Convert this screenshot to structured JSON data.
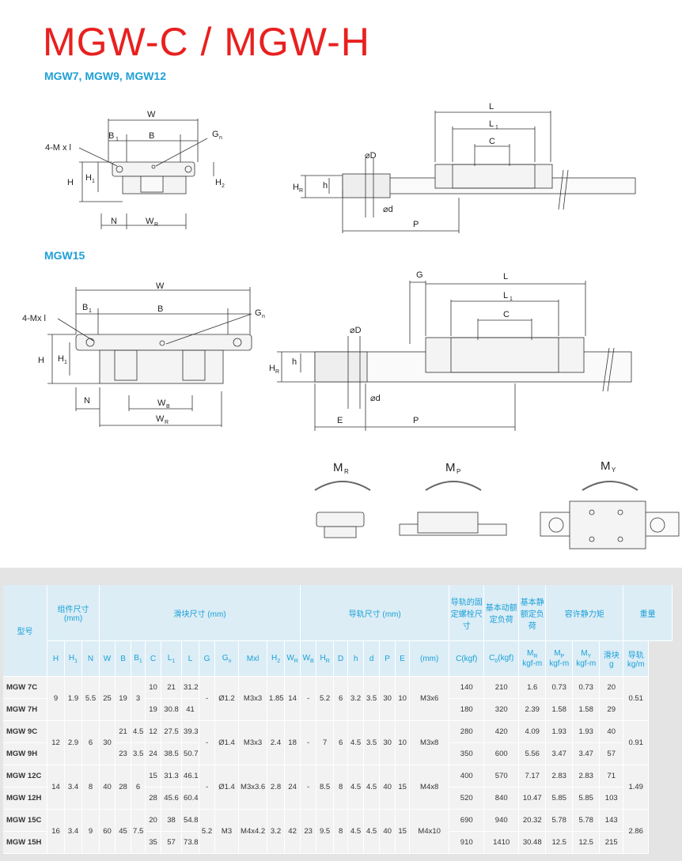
{
  "header": {
    "title": "MGW-C / MGW-H",
    "sub1": "MGW7, MGW9, MGW12",
    "sub2": "MGW15"
  },
  "diagram1": {
    "W": "W",
    "B1": "B",
    "B1s": "1",
    "B": "B",
    "Gn": "G",
    "Gns": "n",
    "Mxl": "4-M x l",
    "H": "H",
    "H1": "H",
    "H1s": "1",
    "H2": "H",
    "H2s": "2",
    "N": "N",
    "WR": "W",
    "WRs": "R",
    "L": "L",
    "L1": "L",
    "L1s": "1",
    "C": "C",
    "D": "⌀D",
    "HR": "H",
    "HRs": "R",
    "h": "h",
    "d": "⌀d",
    "P": "P"
  },
  "diagram2": {
    "W": "W",
    "B1": "B",
    "B1s": "1",
    "B": "B",
    "Gn": "G",
    "Gns": "n",
    "Mxl": "4-Mx l",
    "H": "H",
    "H1": "H",
    "H1s": "1",
    "N": "N",
    "WB": "W",
    "WBs": "B",
    "WR": "W",
    "WRs": "R",
    "G": "G",
    "L": "L",
    "L1": "L",
    "L1s": "1",
    "C": "C",
    "D": "⌀D",
    "HR": "H",
    "HRs": "R",
    "h": "h",
    "d": "⌀d",
    "E": "E",
    "P": "P"
  },
  "moments": {
    "MR": "M",
    "MRs": "R",
    "MP": "M",
    "MPs": "P",
    "MY": "M",
    "MYs": "Y"
  },
  "table": {
    "groups": {
      "model": "型号",
      "assembly": "组件尺寸 (mm)",
      "block": "滑块尺寸 (mm)",
      "rail": "导轨尺寸 (mm)",
      "bolt": "导轨的固定螺栓尺寸",
      "dyn": "基本动额定负荷",
      "stat": "基本静额定负荷",
      "moment": "容许静力矩",
      "weight": "重量",
      "w_block": "滑块",
      "w_rail": "导轨"
    },
    "cols": [
      "H",
      "H",
      "N",
      "W",
      "B",
      "B",
      "C",
      "L",
      "L",
      "G",
      "G",
      "Mxl",
      "H",
      "W",
      "W",
      "H",
      "D",
      "h",
      "d",
      "P",
      "E",
      "(mm)",
      "C(kgf)",
      "C",
      "M",
      "M",
      "M",
      "g",
      "kg/m"
    ],
    "colsubs": [
      "",
      "1",
      "",
      "",
      "",
      "1",
      "",
      "1",
      "",
      "",
      "n",
      "",
      "2",
      "R",
      "B",
      "R",
      "",
      "",
      "",
      "",
      "",
      "",
      "",
      "0",
      "R",
      "P",
      "Y",
      "",
      ""
    ],
    "col_extra": {
      "c0": "(kgf)",
      "moment_unit": "kgf-m"
    },
    "rows": [
      {
        "model": "MGW 7C",
        "C": "10",
        "L1": "21",
        "L": "31.2",
        "dyn": "140",
        "stat": "210",
        "MR": "1.6",
        "MP": "0.73",
        "MY": "0.73",
        "g": "20"
      },
      {
        "model": "MGW 7H",
        "C": "19",
        "L1": "30.8",
        "L": "41",
        "dyn": "180",
        "stat": "320",
        "MR": "2.39",
        "MP": "1.58",
        "MY": "1.58",
        "g": "29"
      },
      {
        "model": "MGW 9C",
        "B1": "4.5",
        "B": "21",
        "C": "12",
        "L1": "27.5",
        "L": "39.3",
        "dyn": "280",
        "stat": "420",
        "MR": "4.09",
        "MP": "1.93",
        "MY": "1.93",
        "g": "40"
      },
      {
        "model": "MGW 9H",
        "B1": "3.5",
        "B": "23",
        "C": "24",
        "L1": "38.5",
        "L": "50.7",
        "dyn": "350",
        "stat": "600",
        "MR": "5.56",
        "MP": "3.47",
        "MY": "3.47",
        "g": "57"
      },
      {
        "model": "MGW 12C",
        "C": "15",
        "L1": "31.3",
        "L": "46.1",
        "dyn": "400",
        "stat": "570",
        "MR": "7.17",
        "MP": "2.83",
        "MY": "2.83",
        "g": "71"
      },
      {
        "model": "MGW 12H",
        "C": "28",
        "L1": "45.6",
        "L": "60.4",
        "dyn": "520",
        "stat": "840",
        "MR": "10.47",
        "MP": "5.85",
        "MY": "5.85",
        "g": "103"
      },
      {
        "model": "MGW 15C",
        "C": "20",
        "L1": "38",
        "L": "54.8",
        "dyn": "690",
        "stat": "940",
        "MR": "20.32",
        "MP": "5.78",
        "MY": "5.78",
        "g": "143"
      },
      {
        "model": "MGW 15H",
        "C": "35",
        "L1": "57",
        "L": "73.8",
        "dyn": "910",
        "stat": "1410",
        "MR": "30.48",
        "MP": "12.5",
        "MY": "12.5",
        "g": "215"
      }
    ],
    "shared": [
      {
        "H": "9",
        "H1": "1.9",
        "N": "5.5",
        "W": "25",
        "B": "19",
        "B1": "3",
        "G": "-",
        "Gn": "Ø1.2",
        "Mxl": "M3x3",
        "H2": "1.85",
        "WR": "14",
        "WB": "-",
        "HR": "5.2",
        "D": "6",
        "h": "3.2",
        "d": "3.5",
        "P": "30",
        "E": "10",
        "bolt": "M3x6",
        "rail_kg": "0.51"
      },
      {
        "H": "12",
        "H1": "2.9",
        "N": "6",
        "W": "30",
        "G": "-",
        "Gn": "Ø1.4",
        "Mxl": "M3x3",
        "H2": "2.4",
        "WR": "18",
        "WB": "-",
        "HR": "7",
        "D": "6",
        "h": "4.5",
        "d": "3.5",
        "P": "30",
        "E": "10",
        "bolt": "M3x8",
        "rail_kg": "0.91"
      },
      {
        "H": "14",
        "H1": "3.4",
        "N": "8",
        "W": "40",
        "B": "28",
        "B1": "6",
        "G": "-",
        "Gn": "Ø1.4",
        "Mxl": "M3x3.6",
        "H2": "2.8",
        "WR": "24",
        "WB": "-",
        "HR": "8.5",
        "D": "8",
        "h": "4.5",
        "d": "4.5",
        "P": "40",
        "E": "15",
        "bolt": "M4x8",
        "rail_kg": "1.49"
      },
      {
        "H": "16",
        "H1": "3.4",
        "N": "9",
        "W": "60",
        "B": "45",
        "B1": "7.5",
        "G": "5.2",
        "Gn": "M3",
        "Mxl": "M4x4.2",
        "H2": "3.2",
        "WR": "42",
        "WB": "23",
        "HR": "9.5",
        "D": "8",
        "h": "4.5",
        "d": "4.5",
        "P": "40",
        "E": "15",
        "bolt": "M4x10",
        "rail_kg": "2.86"
      }
    ]
  }
}
